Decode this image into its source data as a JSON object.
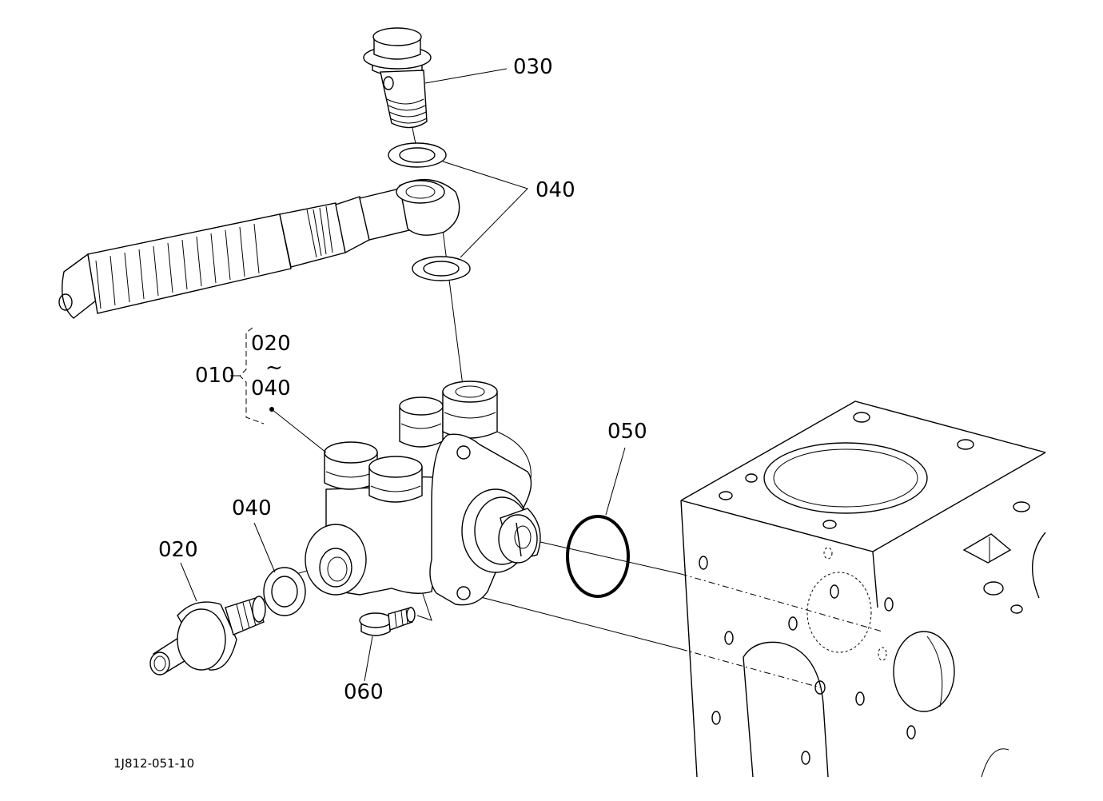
{
  "callouts": {
    "c030": "030",
    "c040_top": "040",
    "c010": "010",
    "c020_range_start": "020",
    "c_range_sep": "~",
    "c040_range_end": "040",
    "c050": "050",
    "c040_left": "040",
    "c020": "020",
    "c060": "060"
  },
  "doc_id": "1J812-051-10",
  "colors": {
    "line": "#000000",
    "background": "#ffffff"
  }
}
